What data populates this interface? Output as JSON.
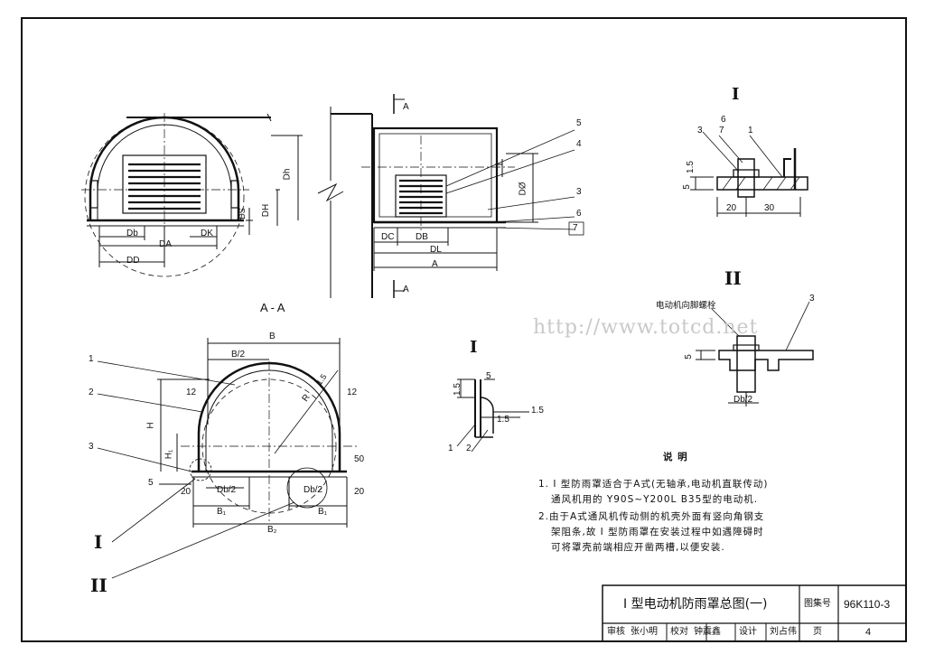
{
  "watermark": "http://www.totcd.net",
  "views": {
    "section_label": "A - A",
    "cut_marker": "A",
    "detail_1_title": "I",
    "detail_2_title": "II",
    "callout_1": "I",
    "callout_2": "II",
    "detail_2_note": "电动机向脚螺栓"
  },
  "dimensions": {
    "DH": "DH",
    "Dh": "Dh",
    "DS": "DS",
    "Db": "Db",
    "DA": "DA",
    "DK": "DK",
    "DD": "DD",
    "DC": "DC",
    "DB": "DB",
    "DL": "DL",
    "A": "A",
    "D0": "DØ",
    "B": "B",
    "B_half": "B/2",
    "H": "H",
    "H1": "H₁",
    "R": "R",
    "R_val": "1.5",
    "dim_12": "12",
    "dim_50": "50",
    "dim_5": "5",
    "dim_20": "20",
    "Db_half": "Db/2",
    "B1": "B₁",
    "B2": "B₂",
    "d1_1_5": "1.5",
    "d1_5": "5",
    "d1_20": "20",
    "d1_30": "30",
    "d2_5": "5",
    "d2_Db_half": "Db/2",
    "d3_1_5": "1.5",
    "d3_5": "5"
  },
  "parts": {
    "p1": "1",
    "p2": "2",
    "p3": "3",
    "p4": "4",
    "p5": "5",
    "p6": "6",
    "p7": "7"
  },
  "notes": {
    "title": "说  明",
    "line1": "1. I 型防雨罩适合于A式(无轴承,电动机直联传动)",
    "line2": "通风机用的 Y90S~Y200L B35型的电动机.",
    "line3": "2.由于A式通风机传动侧的机壳外面有竖向角钢支",
    "line4": "架阻条,故 I 型防雨罩在安装过程中如遇障碍时",
    "line5": "可将罩壳前端相应开凿两槽,以便安装."
  },
  "title_block": {
    "drawing_title": "I 型电动机防雨罩总图(一)",
    "set_label": "图集号",
    "set_no": "96K110-3",
    "review_label": "审核",
    "review_name": "张小明",
    "check_label": "校对",
    "check_name": "钟震鑫",
    "design_label": "设计",
    "design_name": "刘占伟",
    "page_label": "页",
    "page_no": "4"
  }
}
